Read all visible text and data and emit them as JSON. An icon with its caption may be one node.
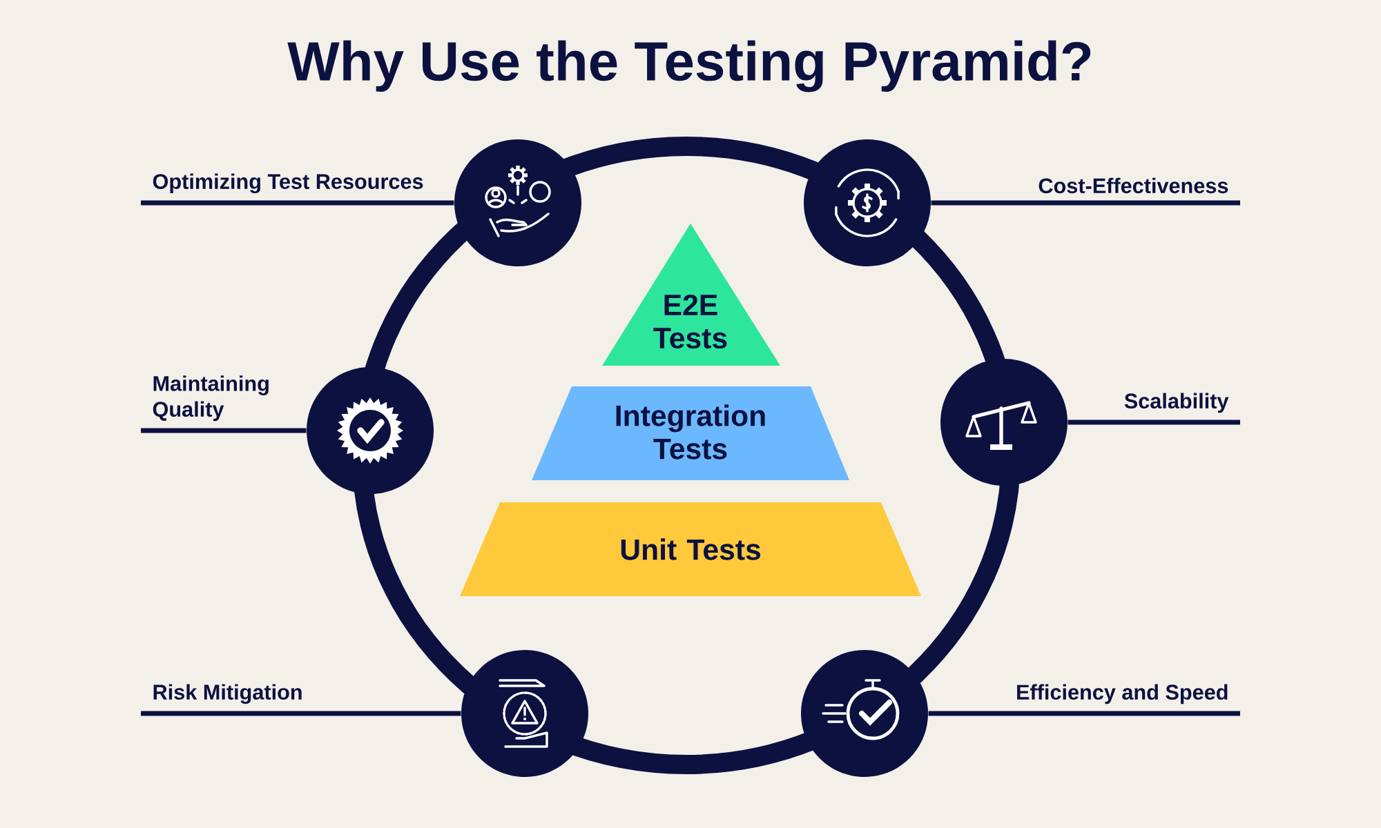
{
  "diagram": {
    "title": "Why Use the Testing Pyramid?",
    "nodes": [
      {
        "text": [
          "E2E Tests"
        ]
      },
      {
        "text": [
          "Integration Tests"
        ]
      },
      {
        "text": [
          "Unit Tests"
        ]
      },
      {
        "text": [
          "Optimizing Test Resources"
        ]
      },
      {
        "text": [],
        "shape": "circle"
      },
      {
        "text": [
          "Cost-Effectiveness"
        ]
      },
      {
        "text": [],
        "shape": "circle"
      },
      {
        "text": [
          "Maintaining Quality"
        ]
      },
      {
        "text": [],
        "shape": "circle"
      },
      {
        "text": [
          "Scalability"
        ]
      },
      {
        "text": [],
        "shape": "circle"
      },
      {
        "text": [
          "Risk Mitigation"
        ]
      },
      {
        "text": [],
        "shape": "circle"
      },
      {
        "text": [
          "Efficiency and Speed"
        ]
      },
      {
        "text": [],
        "shape": "circle"
      }
    ],
    "edges": [
      {
        "from": 3,
        "to": 4,
        "arrow": "none"
      },
      {
        "from": 5,
        "to": 6,
        "arrow": "none"
      },
      {
        "from": 7,
        "to": 8,
        "arrow": "none"
      },
      {
        "from": 9,
        "to": 10,
        "arrow": "none"
      },
      {
        "from": 11,
        "to": 12,
        "arrow": "none"
      },
      {
        "from": 13,
        "to": 14,
        "arrow": "none"
      }
    ]
  }
}
